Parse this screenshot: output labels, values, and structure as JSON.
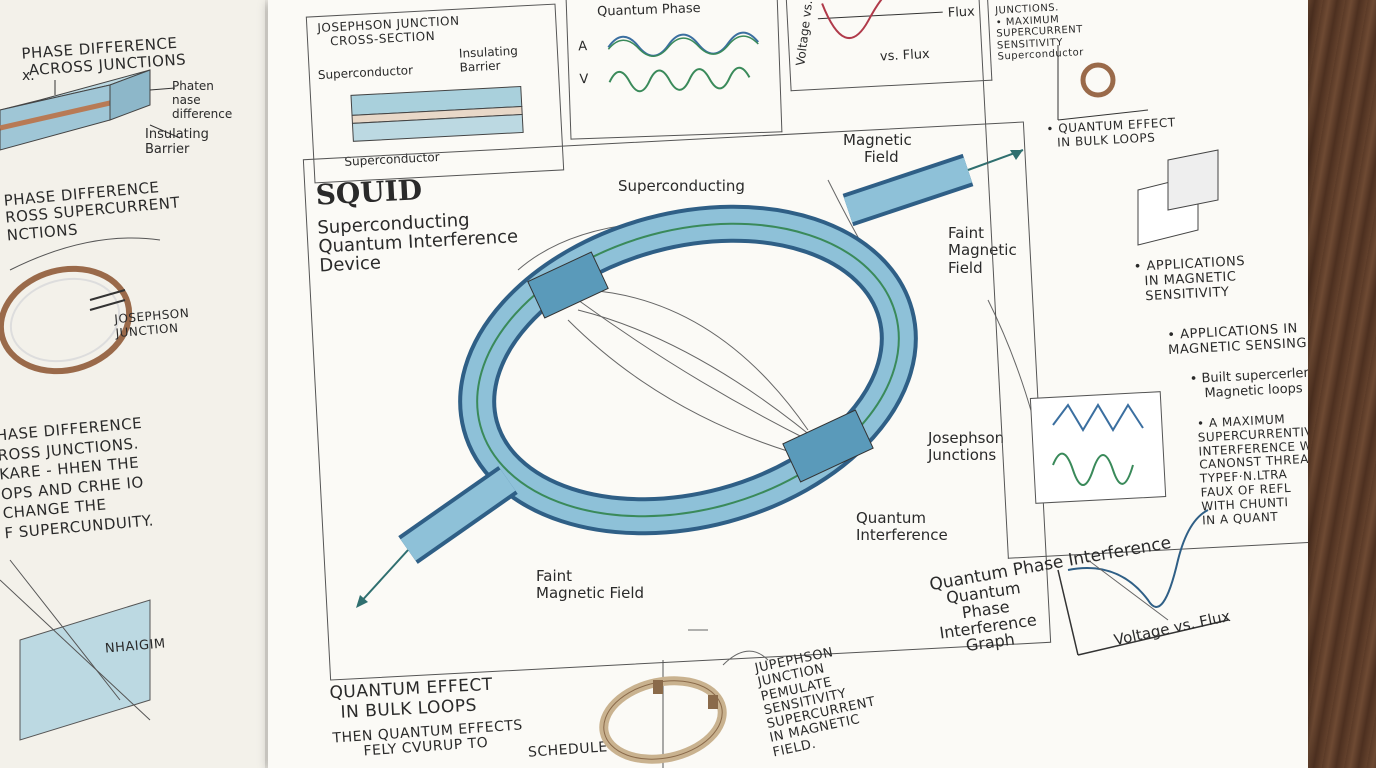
{
  "left_page": {
    "phase_heading": [
      "PHASE DIFFERENCE",
      "ACROSS JUNCTIONS"
    ],
    "label_x": "x.",
    "label_phaten": [
      "Phaten",
      "nase",
      "difference"
    ],
    "label_insulating": [
      "Insulating",
      "Barrier"
    ],
    "supercurrent_heading": [
      "PHASE DIFFERENCE",
      "ROSS SUPERCURRENT",
      "NCTIONS"
    ],
    "josephson_label": [
      "JOSEPHSON",
      "JUNCTION"
    ],
    "paragraph": [
      "HASE DIFFERENCE",
      "ROSS JUNCTIONS.",
      "KARE - HHEN THE",
      "OPS AND CRHE IO",
      "CHANGE THE",
      "F SUPERCUNDUITY."
    ],
    "nhaigim": "NHAIGIM"
  },
  "cross_section": {
    "title": [
      "JOSEPHSON JUNCTION",
      "CROSS-SECTION"
    ],
    "superconductor_top": "Superconductor",
    "insulating": [
      "Insulating",
      "Barrier"
    ],
    "superconductor_bottom": "Superconductor"
  },
  "phase_graph": {
    "title": "Quantum Phase",
    "label_a": "A",
    "label_v": "V"
  },
  "flux_graph": {
    "ylabel": "Voltage vs.",
    "flux": "Flux",
    "vs_flux": "vs. Flux"
  },
  "squid": {
    "title": "SQUID",
    "subtitle": [
      "Superconducting",
      "Quantum Interference",
      "Device"
    ],
    "label_superconducting": "Superconducting",
    "label_magnetic_field": [
      "Magnetic",
      "Field"
    ],
    "label_faint_field_right": [
      "Faint",
      "Magnetic",
      "Field"
    ],
    "label_josephson": [
      "Josephson",
      "Junctions"
    ],
    "label_quantum_interference": [
      "Quantum",
      "Interference"
    ],
    "label_faint_field_bottom": [
      "Faint",
      "Magnetic Field"
    ]
  },
  "right_column": {
    "top_notes": [
      "JUNCTIONS.",
      "• MAXIMUM",
      "SUPERCURRENT",
      "SENSITIVITY",
      "Superconductor"
    ],
    "bullet_1": [
      "• QUANTUM EFFECT",
      "IN BULK LOOPS"
    ],
    "bullet_2": [
      "• APPLICATIONS",
      "IN MAGNETIC",
      "SENSITIVITY"
    ],
    "bullet_3": [
      "• APPLICATIONS IN",
      "MAGNETIC SENSING"
    ],
    "bullet_4": [
      "• Built supercerlent",
      "Magnetic loops"
    ],
    "bullet_5": [
      "• A MAXIMUM",
      "SUPERCURRENTIVE",
      "INTERFERENCE W",
      "CANONST THREAI",
      "TYPEF·N.LTRA",
      "FAUX OF REFL",
      "WITH CHUNTI",
      "IN A QUANT"
    ]
  },
  "bottom_graph": {
    "title": "Quantum Phase Interference",
    "side_label": [
      "Quantum",
      "Phase",
      "Interference",
      "Graph"
    ],
    "xlabel": "Voltage vs. Flux"
  },
  "bottom_left": {
    "heading": [
      "QUANTUM EFFECT",
      "IN BULK LOOPS"
    ],
    "body": [
      "THEN QUANTUM EFFECTS",
      "FELY CVURUP TO",
      "SCHEDULE"
    ]
  },
  "bottom_mid": {
    "notes": [
      "JUPEPHSON",
      "JUNCTION",
      "PEMULATE",
      "SENSITIVITY",
      "SUPERCURRENT",
      "IN MAGNETIC",
      "FIELD."
    ]
  },
  "colors": {
    "ink": "#2a2a2a",
    "loop_blue": "#6fa8c8",
    "loop_dark": "#2f5f86",
    "green": "#3a8a5a",
    "brown": "#9a6a4a",
    "wood": "#5a3a27"
  }
}
